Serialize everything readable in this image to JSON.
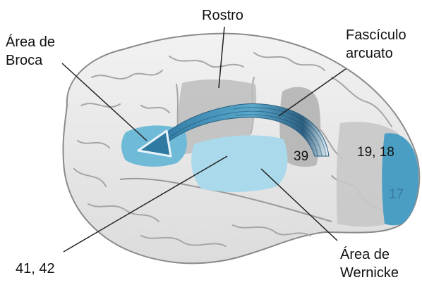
{
  "labels": {
    "broca": [
      "Área de",
      "Broca"
    ],
    "face": "Rostro",
    "arcuate": [
      "Fascículo",
      "arcuato"
    ],
    "wernicke": [
      "Área de",
      "Wernicke"
    ],
    "auditory": "41, 42",
    "area39": "39",
    "visual_assoc": "19, 18",
    "visual_primary": "17"
  },
  "colors": {
    "background": "#ffffff",
    "brain_fill": "#e9e9e9",
    "gyrus_line": "#9a9a9a",
    "gray_region": "#bdbdbd",
    "blue_region": "#6fbad6",
    "light_blue_region": "#a9d9ea",
    "dark_blue_region": "#4a9ec4",
    "arrow_blue": "#3a86ad",
    "leader_line": "#222222",
    "label_text": "#111111"
  }
}
